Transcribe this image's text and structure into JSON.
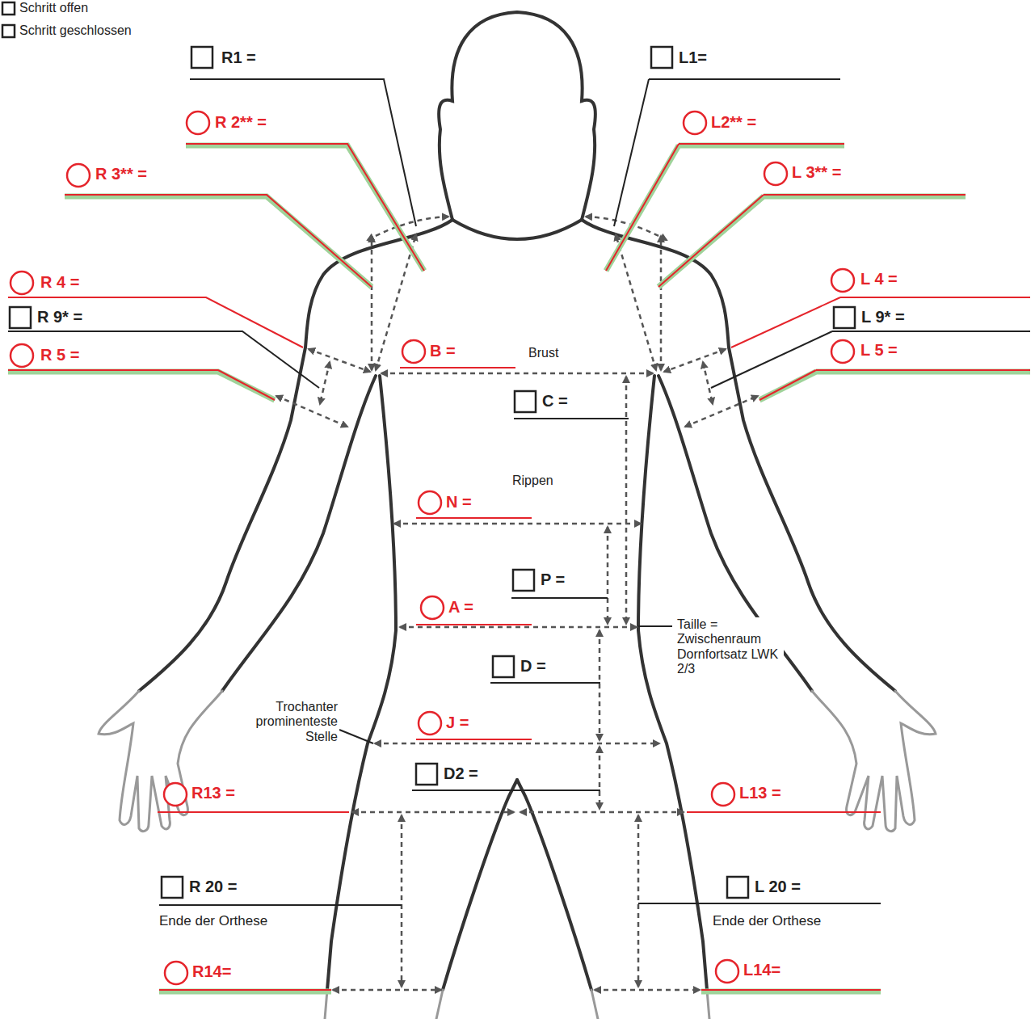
{
  "diagram": {
    "labels": [
      "Schritt offen",
      "Schritt geschlossen",
      "R1 =",
      "L1=",
      "R 2** =",
      "L2** =",
      "R 3** =",
      "L 3** =",
      "R 4 =",
      "L 4 =",
      "R 9* =",
      "L 9* =",
      "R 5 =",
      "L 5 =",
      "B =",
      "Brust",
      "C =",
      "Rippen",
      "N =",
      "P =",
      "A =",
      "Taille = Zwischenraum Dornfortsatz LWK 2/3",
      "D =",
      "Trochanter prominenteste Stelle",
      "J =",
      "D2 =",
      "R13 =",
      "L13 =",
      "R 20 =",
      "L 20 =",
      "Ende der Orthese",
      "Ende der Orthese",
      "R14=",
      "L14="
    ]
  }
}
